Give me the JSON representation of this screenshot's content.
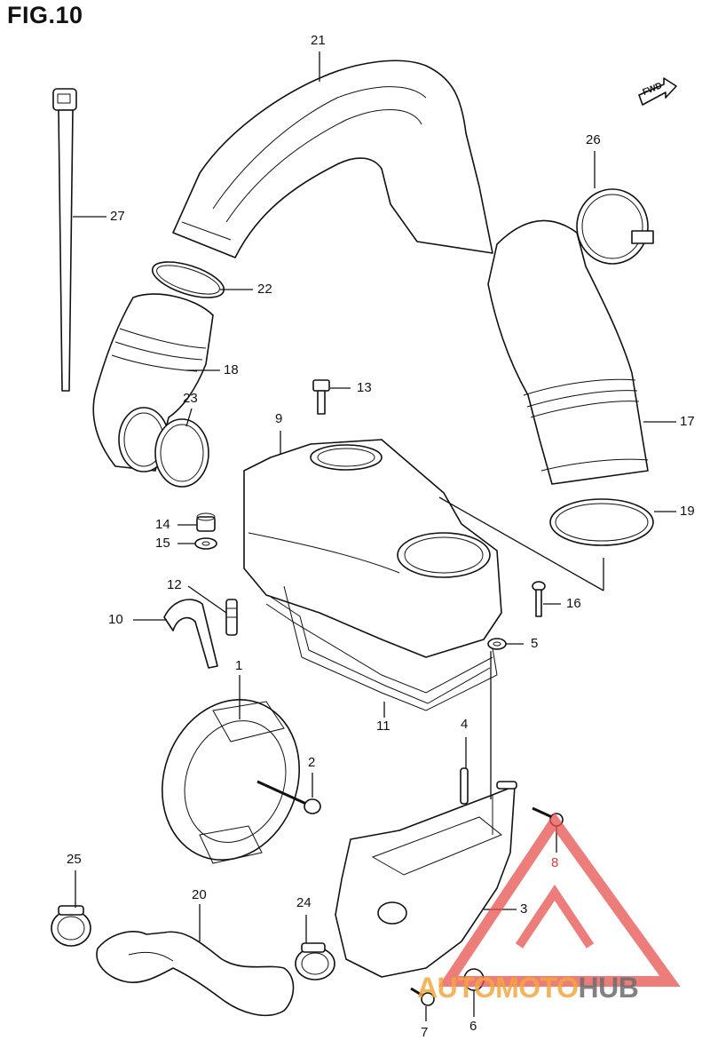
{
  "figure": {
    "title": "FIG.10",
    "fwd_label": "FWD"
  },
  "callouts": {
    "c1": "1",
    "c2": "2",
    "c3": "3",
    "c4": "4",
    "c5": "5",
    "c6": "6",
    "c7": "7",
    "c8": "8",
    "c9": "9",
    "c10": "10",
    "c11": "11",
    "c12": "12",
    "c13": "13",
    "c14": "14",
    "c15": "15",
    "c16": "16",
    "c17": "17",
    "c18": "18",
    "c19": "19",
    "c20": "20",
    "c21": "21",
    "c22": "22",
    "c23": "23",
    "c24": "24",
    "c25": "25",
    "c26": "26",
    "c27": "27"
  },
  "watermark": {
    "part1": "AUTOMOTO",
    "part2": "HUB"
  },
  "colors": {
    "watermark_red": "#e8524f",
    "watermark_orange": "#f4a640",
    "watermark_gray": "#6d6d6d"
  }
}
